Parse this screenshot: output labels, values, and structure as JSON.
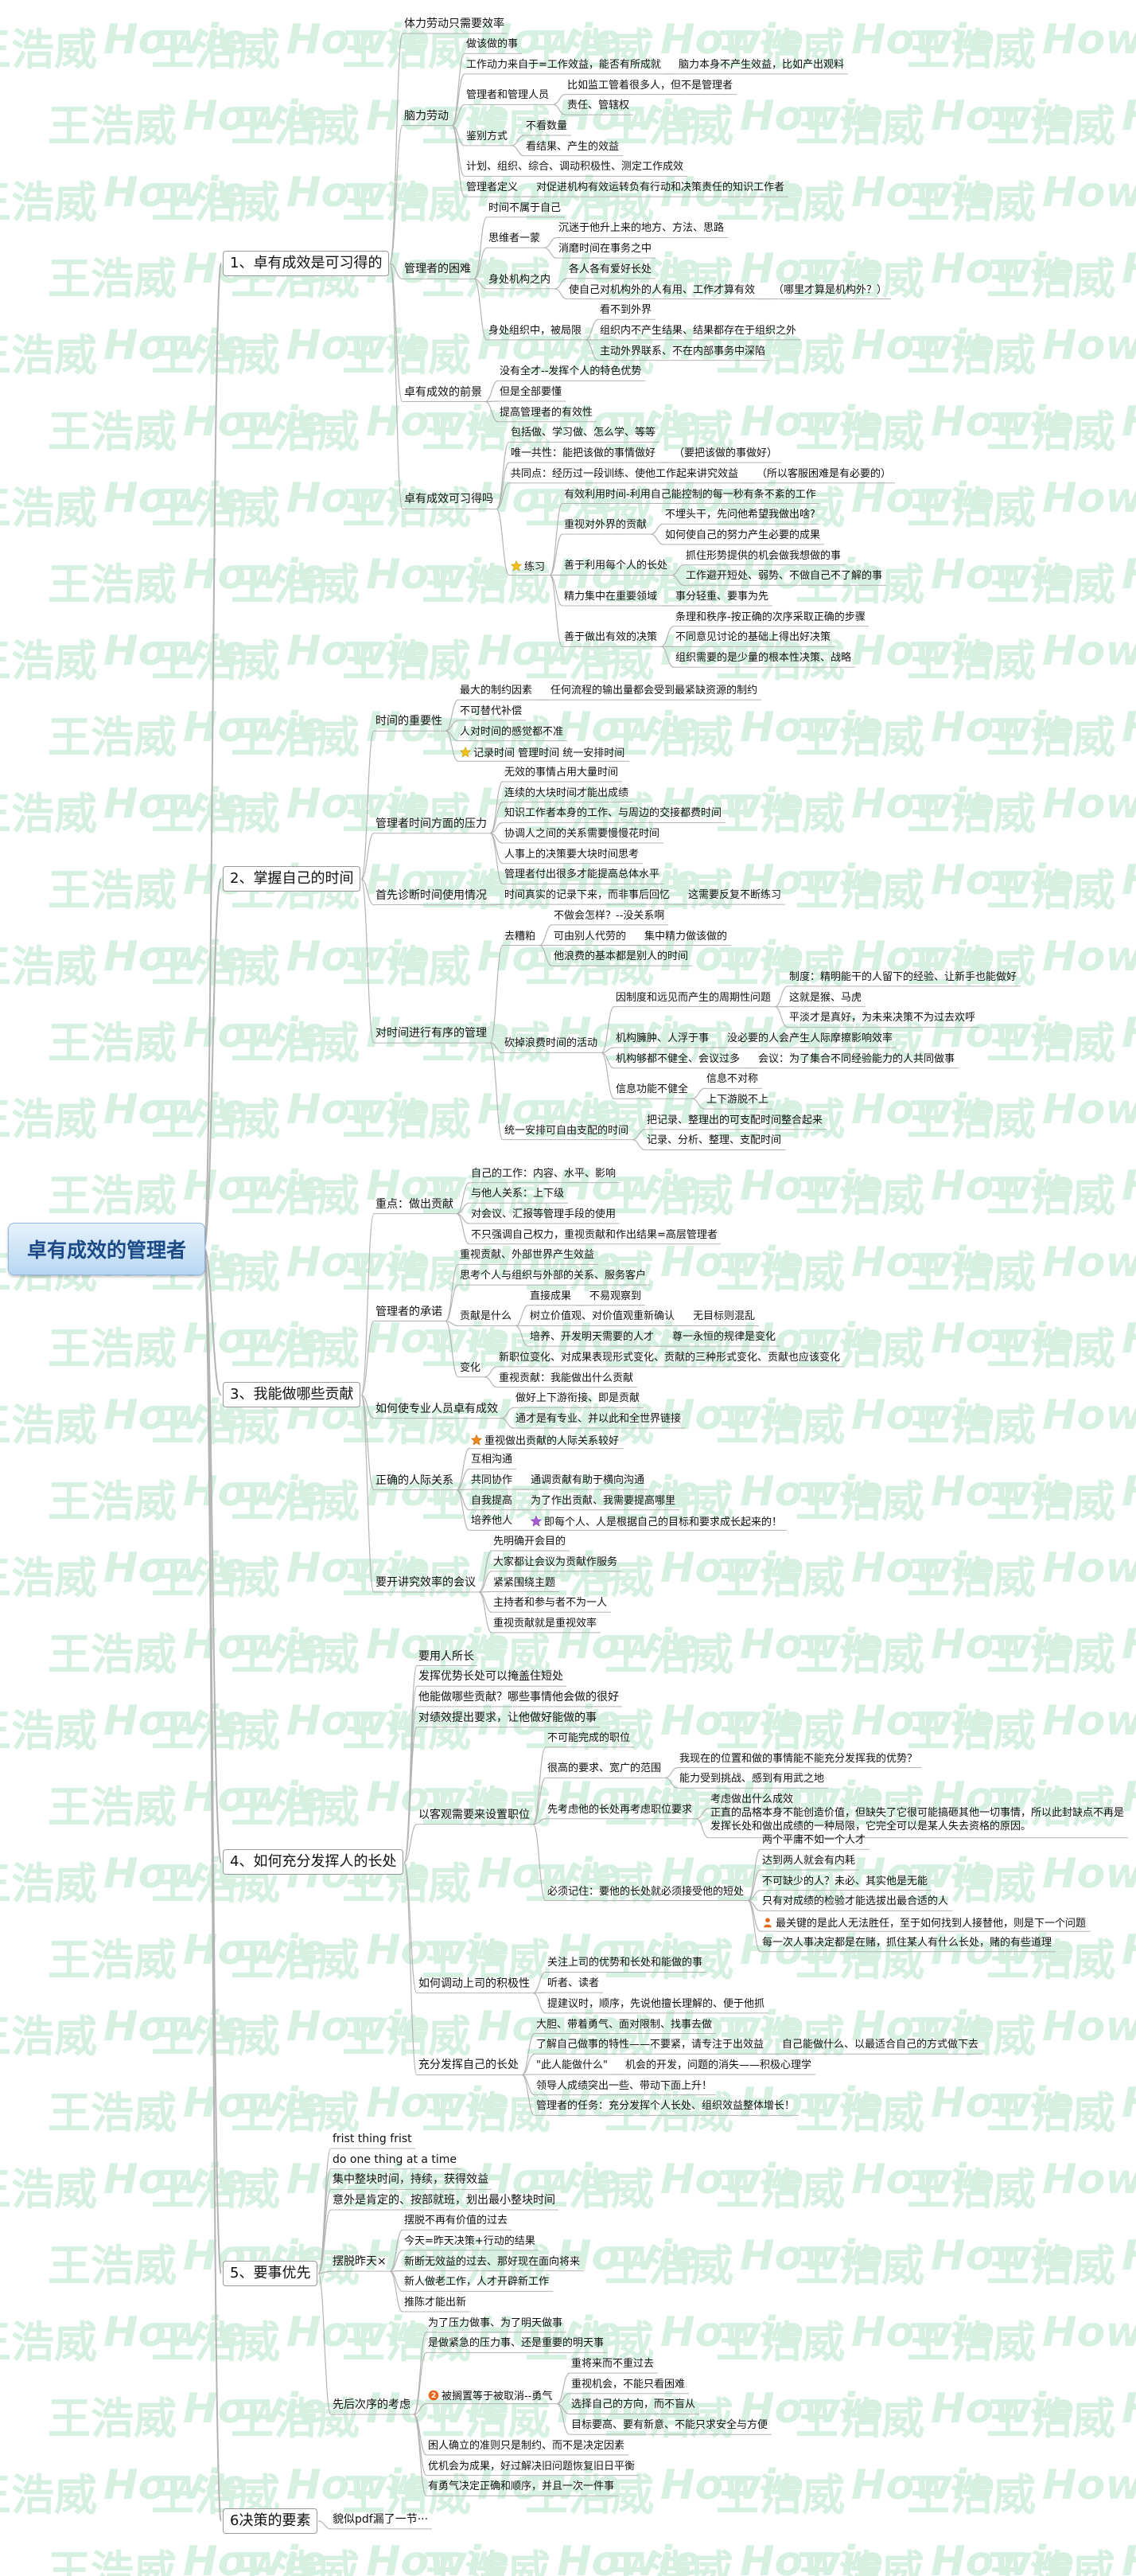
{
  "root": "卓有成效的管理者",
  "watermark": {
    "cn": "王浩威",
    "en": "Howie"
  },
  "colors": {
    "line": "#b4b4b4",
    "root_text": "#1c4a86",
    "watermark": "#d6f0e1"
  },
  "icons": {
    "star": "star-icon",
    "orange_star": "orange-star-icon",
    "purple_star": "purple-star-icon",
    "two": "number-2-icon",
    "person": "person-icon"
  },
  "branches": [
    {
      "text": "1、卓有成效是可习得的",
      "children": [
        {
          "text": "体力劳动只需要效率"
        },
        {
          "text": "脑力劳动",
          "children": [
            {
              "text": "做该做的事"
            },
            {
              "text": "工作动力来自于=工作效益，能否有所成就",
              "children": [
                {
                  "text": "脑力本身不产生效益，比如产出观料"
                }
              ]
            },
            {
              "text": "管理者和管理人员",
              "children": [
                {
                  "text": "比如监工管着很多人，但不是管理者"
                },
                {
                  "text": "责任、管辖权"
                }
              ]
            },
            {
              "text": "鉴别方式",
              "children": [
                {
                  "text": "不看数量"
                },
                {
                  "text": "看结果、产生的效益"
                }
              ]
            },
            {
              "text": "计划、组织、综合、调动积极性、测定工作成效"
            },
            {
              "text": "管理者定义",
              "children": [
                {
                  "text": "对促进机构有效运转负有行动和决策责任的知识工作者"
                }
              ]
            }
          ]
        },
        {
          "text": "管理者的困难",
          "children": [
            {
              "text": "时间不属于自己"
            },
            {
              "text": "思维者一蒙",
              "children": [
                {
                  "text": "沉迷于他升上来的地方、方法、思路"
                },
                {
                  "text": "消磨时间在事务之中"
                }
              ]
            },
            {
              "text": "身处机构之内",
              "children": [
                {
                  "text": "各人各有爱好长处"
                },
                {
                  "text": "使自己对机构外的人有用、工作才算有效",
                  "children": [
                    {
                      "text": "（哪里才算是机构外？）"
                    }
                  ]
                }
              ]
            },
            {
              "text": "身处组织中，被局限",
              "children": [
                {
                  "text": "看不到外界"
                },
                {
                  "text": "组织内不产生结果、结果都存在于组织之外"
                },
                {
                  "text": "主动外界联系、不在内部事务中深陷"
                }
              ]
            }
          ]
        },
        {
          "text": "卓有成效的前景",
          "children": [
            {
              "text": "没有全才--发挥个人的特色优势"
            },
            {
              "text": "但是全部要懂"
            },
            {
              "text": "提高管理者的有效性"
            }
          ]
        },
        {
          "text": "卓有成效可习得吗",
          "children": [
            {
              "text": "包括做、学习做、怎么学、等等"
            },
            {
              "text": "唯一共性：能把该做的事情做好",
              "children": [
                {
                  "text": "（要把该做的事做好）"
                }
              ]
            },
            {
              "text": "共同点：经历过一段训练、使他工作起来讲究效益",
              "children": [
                {
                  "text": "（所以客服困难是有必要的）"
                }
              ]
            },
            {
              "text": "练习",
              "icon": "star",
              "children": [
                {
                  "text": "有效利用时间-利用自己能控制的每一秒有条不紊的工作"
                },
                {
                  "text": "重视对外界的贡献",
                  "children": [
                    {
                      "text": "不埋头干，先问他希望我做出啥?"
                    },
                    {
                      "text": "如何使自己的努力产生必要的成果"
                    }
                  ]
                },
                {
                  "text": "善于利用每个人的长处",
                  "children": [
                    {
                      "text": "抓住形势提供的机会做我想做的事"
                    },
                    {
                      "text": "工作避开短处、弱势、不做自己不了解的事"
                    }
                  ]
                },
                {
                  "text": "精力集中在重要领域",
                  "children": [
                    {
                      "text": "事分轻重、要事为先"
                    }
                  ]
                },
                {
                  "text": "善于做出有效的决策",
                  "children": [
                    {
                      "text": "条理和秩序-按正确的次序采取正确的步骤"
                    },
                    {
                      "text": "不同意见讨论的基础上得出好决策"
                    },
                    {
                      "text": "组织需要的是少量的根本性决策、战略"
                    }
                  ]
                }
              ]
            }
          ]
        }
      ]
    },
    {
      "text": "2、掌握自己的时间",
      "children": [
        {
          "text": "时间的重要性",
          "children": [
            {
              "text": "最大的制约因素",
              "children": [
                {
                  "text": "任何流程的输出量都会受到最紧缺资源的制约"
                }
              ]
            },
            {
              "text": "不可替代补偿"
            },
            {
              "text": "人对时间的感觉都不准"
            },
            {
              "text": "记录时间 管理时间 统一安排时间",
              "icon": "star"
            }
          ]
        },
        {
          "text": "管理者时间方面的压力",
          "children": [
            {
              "text": "无效的事情占用大量时间"
            },
            {
              "text": "连续的大块时间才能出成绩"
            },
            {
              "text": "知识工作者本身的工作、与周边的交接都费时间"
            },
            {
              "text": "协调人之间的关系需要慢慢花时间"
            },
            {
              "text": "人事上的决策要大块时间思考"
            },
            {
              "text": "管理者付出很多才能提高总体水平"
            }
          ]
        },
        {
          "text": "首先诊断时间使用情况",
          "children": [
            {
              "text": "时间真实的记录下来，而非事后回忆",
              "children": [
                {
                  "text": "这需要反复不断练习"
                }
              ]
            }
          ]
        },
        {
          "text": "对时间进行有序的管理",
          "children": [
            {
              "text": "去糟粕",
              "children": [
                {
                  "text": "不做会怎样？--没关系啊"
                },
                {
                  "text": "可由别人代劳的",
                  "children": [
                    {
                      "text": "集中精力做该做的"
                    }
                  ]
                },
                {
                  "text": "他浪费的基本都是别人的时间"
                }
              ]
            },
            {
              "text": "砍掉浪费时间的活动",
              "children": [
                {
                  "text": "因制度和远见而产生的周期性问题",
                  "children": [
                    {
                      "text": "制度：精明能干的人留下的经验、让新手也能做好"
                    },
                    {
                      "text": "这就是猴、马虎"
                    },
                    {
                      "text": "平淡才是真好，为未来决策不为过去欢呼"
                    }
                  ]
                },
                {
                  "text": "机构臃肿、人浮于事",
                  "children": [
                    {
                      "text": "没必要的人会产生人际摩擦影响效率"
                    }
                  ]
                },
                {
                  "text": "机构够都不健全、会议过多",
                  "children": [
                    {
                      "text": "会议：为了集合不同经验能力的人共同做事"
                    }
                  ]
                },
                {
                  "text": "信息功能不健全",
                  "children": [
                    {
                      "text": "信息不对称"
                    },
                    {
                      "text": "上下游脱不上"
                    }
                  ]
                }
              ]
            },
            {
              "text": "统一安排可自由支配的时间",
              "children": [
                {
                  "text": "把记录、整理出的可支配时间整合起来"
                },
                {
                  "text": "记录、分析、整理、支配时间"
                }
              ]
            }
          ]
        }
      ]
    },
    {
      "text": "3、我能做哪些贡献",
      "children": [
        {
          "text": "重点：做出贡献",
          "children": [
            {
              "text": "自己的工作：内容、水平、影响"
            },
            {
              "text": "与他人关系：上下级"
            },
            {
              "text": "对会议、汇报等管理手段的使用"
            },
            {
              "text": "不只强调自己权力，重视贡献和作出结果=高层管理者"
            }
          ]
        },
        {
          "text": "管理者的承诺",
          "children": [
            {
              "text": "重视贡献、外部世界产生效益"
            },
            {
              "text": "思考个人与组织与外部的关系、服务客户"
            },
            {
              "text": "贡献是什么",
              "children": [
                {
                  "text": "直接成果",
                  "children": [
                    {
                      "text": "不易观察到"
                    }
                  ]
                },
                {
                  "text": "树立价值观、对价值观重新确认",
                  "children": [
                    {
                      "text": "无目标则混乱"
                    }
                  ]
                },
                {
                  "text": "培养、开发明天需要的人才",
                  "children": [
                    {
                      "text": "尊一永恒的规律是变化"
                    }
                  ]
                }
              ]
            },
            {
              "text": "变化",
              "children": [
                {
                  "text": "新职位变化、对成果表现形式变化、贡献的三种形式变化、贡献也应该变化"
                },
                {
                  "text": "重视贡献：我能做出什么贡献"
                }
              ]
            }
          ]
        },
        {
          "text": "如何使专业人员卓有成效",
          "children": [
            {
              "text": "做好上下游衔接、即是贡献"
            },
            {
              "text": "通才是有专业、并以此和全世界链接"
            }
          ]
        },
        {
          "text": "正确的人际关系",
          "children": [
            {
              "text": "重视做出贡献的人际关系较好",
              "icon": "orange_star"
            },
            {
              "text": "互相沟通"
            },
            {
              "text": "共同协作",
              "children": [
                {
                  "text": "通调贡献有助于横向沟通"
                }
              ]
            },
            {
              "text": "自我提高",
              "children": [
                {
                  "text": "为了作出贡献、我需要提高哪里"
                }
              ]
            },
            {
              "text": "培养他人",
              "children": [
                {
                  "text": "即每个人、人是根据自己的目标和要求成长起来的！",
                  "icon": "purple_star"
                }
              ]
            }
          ]
        },
        {
          "text": "要开讲究效率的会议",
          "children": [
            {
              "text": "先明确开会目的"
            },
            {
              "text": "大家都让会议为贡献作服务"
            },
            {
              "text": "紧紧围绕主题"
            },
            {
              "text": "主持者和参与者不为一人"
            },
            {
              "text": "重视贡献就是重视效率"
            }
          ]
        }
      ]
    },
    {
      "text": "4、如何充分发挥人的长处",
      "children": [
        {
          "text": "要用人所长"
        },
        {
          "text": "发挥优势长处可以掩盖住短处"
        },
        {
          "text": "他能做哪些贡献？哪些事情他会做的很好"
        },
        {
          "text": "对绩效提出要求，让他做好能做的事"
        },
        {
          "text": "以客观需要来设置职位",
          "children": [
            {
              "text": "不可能完成的职位"
            },
            {
              "text": "很高的要求、宽广的范围",
              "children": [
                {
                  "text": "我现在的位置和做的事情能不能充分发挥我的优势？"
                },
                {
                  "text": "能力受到挑战、感到有用武之地"
                }
              ]
            },
            {
              "text": "先考虑他的长处再考虑职位要求",
              "children": [
                {
                  "text": "考虑做出什么成效"
                },
                {
                  "text": "正直的品格本身不能创造价值，但缺失了它很可能搞砸其他一切事情，所以此封缺点不再是发挥长处和做出成绩的一种局限，它完全可以是某人失去资格的原因。"
                }
              ]
            },
            {
              "text": "必须记住：要他的长处就必须接受他的短处",
              "children": [
                {
                  "text": "两个平庸不如一个人才"
                },
                {
                  "text": "达到两人就会有内耗"
                },
                {
                  "text": "不可缺少的人？未必、其实他是无能"
                },
                {
                  "text": "只有对成绩的检验才能选拔出最合适的人"
                },
                {
                  "text": "最关键的是此人无法胜任，至于如何找到人接替他，则是下一个问题",
                  "icon": "person"
                },
                {
                  "text": "每一次人事决定都是在赌，抓住某人有什么长处，赌的有些道理"
                }
              ]
            }
          ]
        },
        {
          "text": "如何调动上司的积极性",
          "children": [
            {
              "text": "关注上司的优势和长处和能做的事"
            },
            {
              "text": "听者、读者"
            },
            {
              "text": "提建议时，顺序，先说他擅长理解的、便于他抓"
            }
          ]
        },
        {
          "text": "充分发挥自己的长处",
          "children": [
            {
              "text": "大胆、带着勇气、面对限制、找事去做"
            },
            {
              "text": "了解自己做事的特性——不要紧，请专注于出效益",
              "children": [
                {
                  "text": "自己能做什么、以最适合自己的方式做下去"
                }
              ]
            },
            {
              "text": "\"此人能做什么\"",
              "children": [
                {
                  "text": "机会的开发，问题的消失——积极心理学"
                }
              ]
            },
            {
              "text": "领导人成绩突出一些、带动下面上升！"
            },
            {
              "text": "管理者的任务：充分发挥个人长处、组织效益整体增长！"
            }
          ]
        }
      ]
    },
    {
      "text": "5、要事优先",
      "children": [
        {
          "text": "frist thing frist"
        },
        {
          "text": "do one thing at a time"
        },
        {
          "text": "集中整块时间，持续，获得效益"
        },
        {
          "text": "意外是肯定的、按部就班，划出最小整块时间"
        },
        {
          "text": "摆脱昨天×",
          "children": [
            {
              "text": "摆脱不再有价值的过去"
            },
            {
              "text": "今天=昨天决策+行动的结果"
            },
            {
              "text": "新断无效益的过去、那好现在面向将来"
            },
            {
              "text": "新人做老工作，人才开辟新工作"
            },
            {
              "text": "推陈才能出新"
            }
          ]
        },
        {
          "text": "先后次序的考虑",
          "children": [
            {
              "text": "为了压力做事、为了明天做事"
            },
            {
              "text": "是做紧急的压力事、还是重要的明天事"
            },
            {
              "text": "被搁置等于被取消--勇气",
              "icon": "two",
              "children": [
                {
                  "text": "重将来而不重过去"
                },
                {
                  "text": "重视机会，不能只看困难"
                },
                {
                  "text": "选择自己的方向，而不盲从"
                },
                {
                  "text": "目标要高、要有新意、不能只求安全与方便"
                }
              ]
            },
            {
              "text": "困人确立的准则只是制约、而不是决定因素"
            },
            {
              "text": "优机会为成果，好过解决旧问题恢复旧日平衡"
            },
            {
              "text": "有勇气决定正确和顺序，并且一次一件事"
            }
          ]
        }
      ]
    },
    {
      "text": "6决策的要素",
      "children": [
        {
          "text": "貌似pdf漏了一节···"
        }
      ]
    }
  ]
}
